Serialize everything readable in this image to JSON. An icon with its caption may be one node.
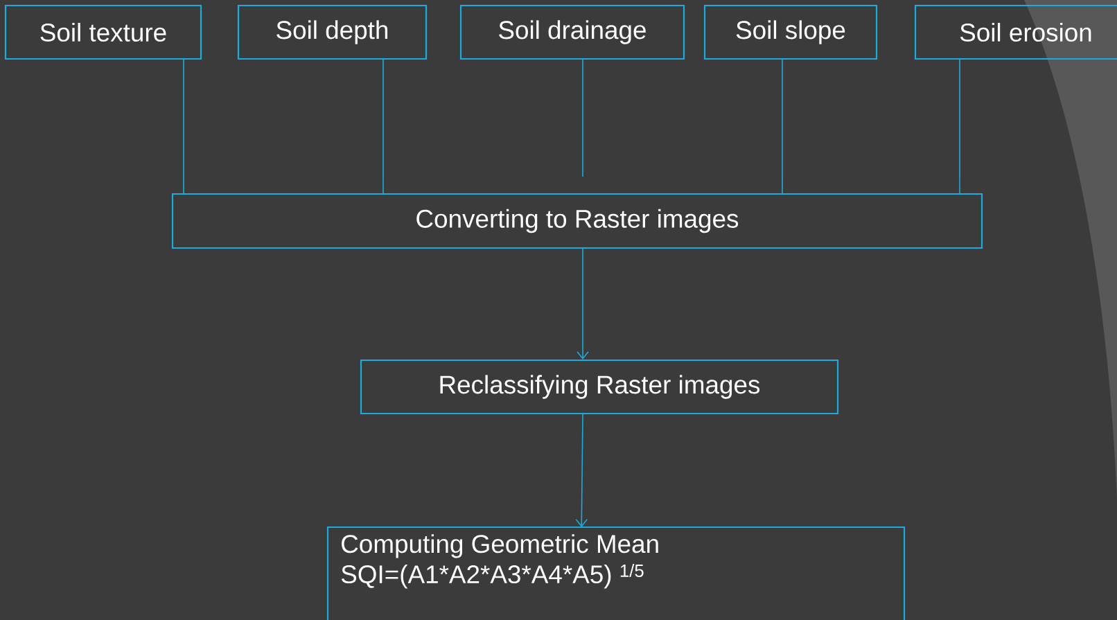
{
  "diagram": {
    "nodes": [
      {
        "text": [
          "Soil texture"
        ]
      },
      {
        "text": [
          "Soil depth"
        ]
      },
      {
        "text": [
          "Soil drainage"
        ]
      },
      {
        "text": [
          "Soil slope"
        ]
      },
      {
        "text": [
          "Soil erosion"
        ]
      },
      {
        "text": [
          "Converting  to Raster images"
        ]
      },
      {
        "text": [
          "Reclassifying Raster images"
        ]
      },
      {
        "text": [
          "Computing Geometric Mean",
          "SQI=(A1*A2*A3*A4*A5) $^{1/5}$"
        ]
      }
    ],
    "edges": [
      {
        "from": 0,
        "to": 5,
        "arrow": "none"
      },
      {
        "from": 1,
        "to": 5,
        "arrow": "none"
      },
      {
        "from": 2,
        "to": 5,
        "arrow": "none"
      },
      {
        "from": 3,
        "to": 5,
        "arrow": "none"
      },
      {
        "from": 4,
        "to": 5,
        "arrow": "none"
      },
      {
        "from": 5,
        "to": 6,
        "arrow": "to"
      },
      {
        "from": 6,
        "to": 7,
        "arrow": "to"
      }
    ]
  }
}
